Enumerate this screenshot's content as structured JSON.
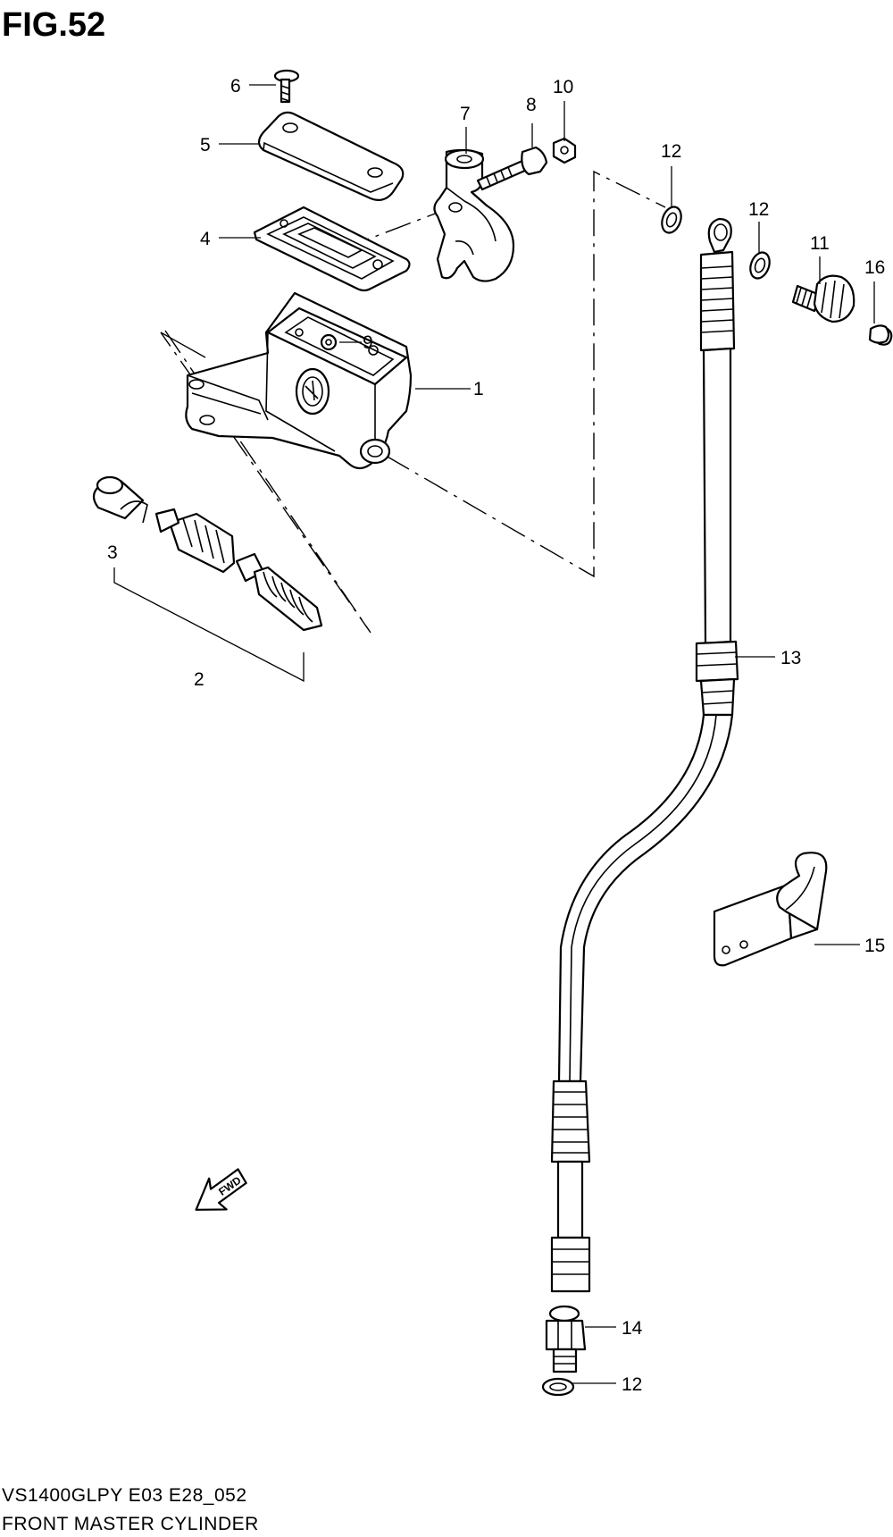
{
  "figure": {
    "title": "FIG.52"
  },
  "footer": {
    "model_line": "VS1400GLPY E03 E28_052",
    "caption": "FRONT MASTER CYLINDER"
  },
  "direction_arrow": {
    "label": "FWD"
  },
  "callouts": {
    "c1": "1",
    "c2": "2",
    "c3": "3",
    "c4": "4",
    "c5": "5",
    "c6": "6",
    "c7": "7",
    "c8": "8",
    "c9": "9",
    "c10": "10",
    "c11": "11",
    "c12a": "12",
    "c12b": "12",
    "c12c": "12",
    "c13": "13",
    "c14": "14",
    "c15": "15",
    "c16": "16"
  }
}
